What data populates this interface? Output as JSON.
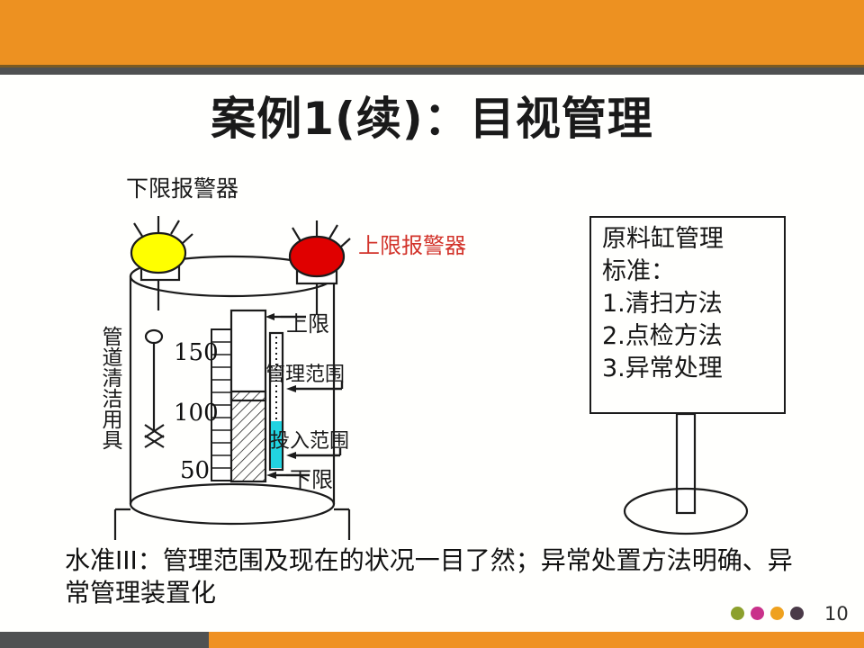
{
  "slide": {
    "title": "案例1(续)：目视管理",
    "title_color": "#cf2318",
    "page_number": "10",
    "accent_orange": "#ed9121",
    "accent_gray": "#4f5152"
  },
  "footer_dots": [
    {
      "name": "dot-olive",
      "color": "#8ca02c"
    },
    {
      "name": "dot-magenta",
      "color": "#c9318a"
    },
    {
      "name": "dot-amber",
      "color": "#efa11e"
    },
    {
      "name": "dot-plum",
      "color": "#4a3a48"
    }
  ],
  "diagram": {
    "low_alarm_label": "下限报警器",
    "high_alarm_label": "上限报警器",
    "high_alarm_color": "#d2332a",
    "vertical_label": "管道清洁用具",
    "upper_limit_label": "上限",
    "lower_limit_label": "下限",
    "mgmt_range_label": "管理范围",
    "input_range_label": "投入范围",
    "lamp_low_color": "#ffff00",
    "lamp_high_color": "#e00000",
    "input_range_color": "#22d3e0",
    "scale_ticks": [
      "150",
      "100",
      "50"
    ]
  },
  "sign": {
    "text": "原料缸管理\n标准：\n1.清扫方法\n2.点检方法\n3.异常处理"
  },
  "caption": {
    "text": "水准III：管理范围及现在的状况一目了然；异常处置方法明确、异常管理装置化"
  }
}
